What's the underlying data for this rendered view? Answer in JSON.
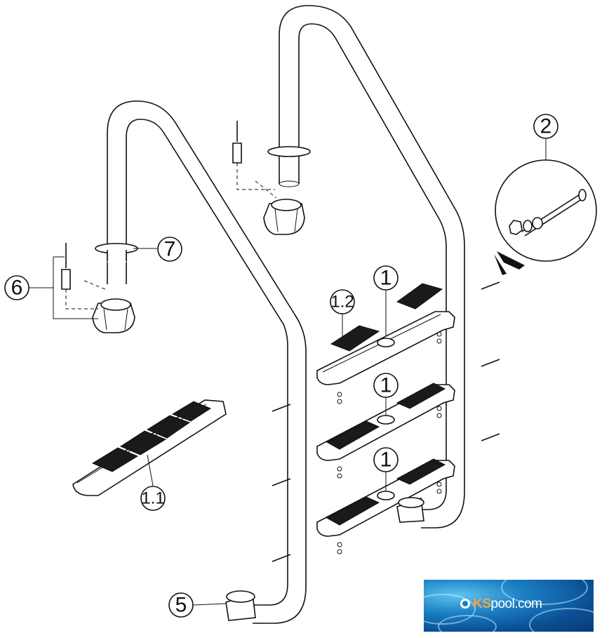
{
  "callouts": {
    "c1_top": "1",
    "c1_mid": "1",
    "c1_bot": "1",
    "c1_1": "1.1",
    "c1_2": "1.2",
    "c2": "2",
    "c5": "5",
    "c6": "6",
    "c7": "7"
  },
  "logo": {
    "brand_prefix": "KS",
    "brand_suffix": "pool.com"
  },
  "colors": {
    "logo_water": "#1b7fc4",
    "logo_accent": "#f1a44a",
    "ink": "#111111"
  }
}
